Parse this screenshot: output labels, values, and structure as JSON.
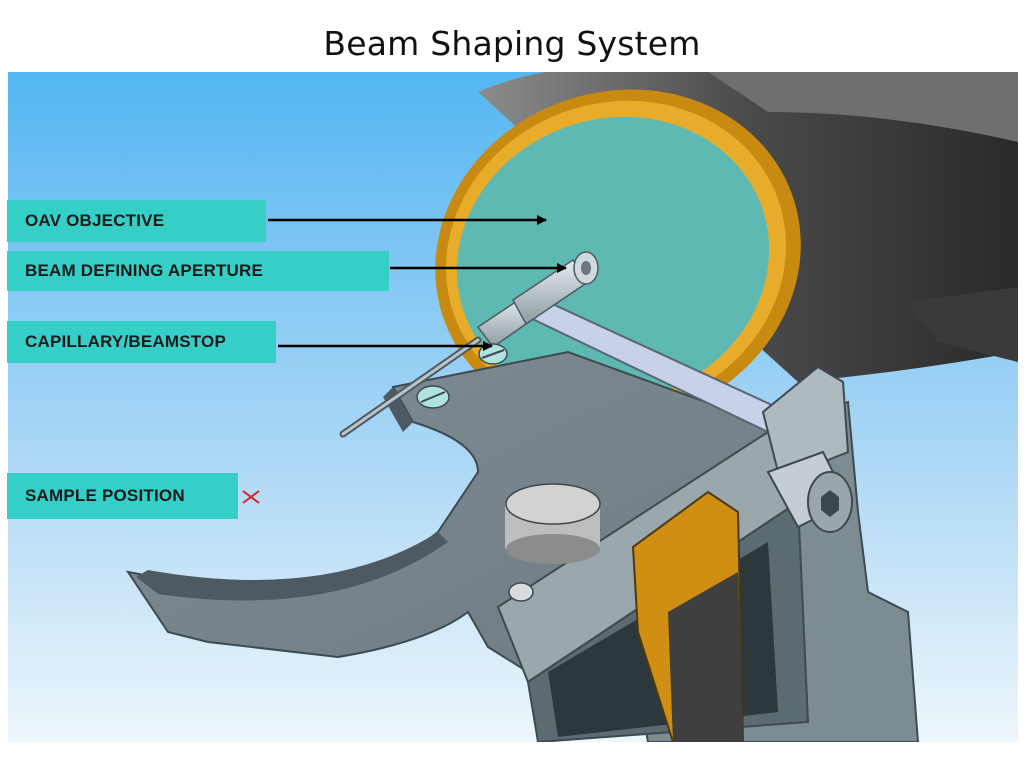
{
  "title": "Beam Shaping System",
  "callouts": {
    "oav_objective": "OAV OBJECTIVE",
    "beam_defining_aperture": "BEAM DEFINING APERTURE",
    "capillary_beamstop": "CAPILLARY/BEAMSTOP",
    "sample_position": "SAMPLE POSITION"
  },
  "colors": {
    "callout_bg": "#35cfc7",
    "sky_top": "#5ab9f3",
    "sky_bottom": "#e9f4fb",
    "gold": "#d89a1a",
    "lens": "#5fb9b3",
    "marker": "#dd2222"
  },
  "icons": {
    "sample_marker": "cross-icon"
  }
}
